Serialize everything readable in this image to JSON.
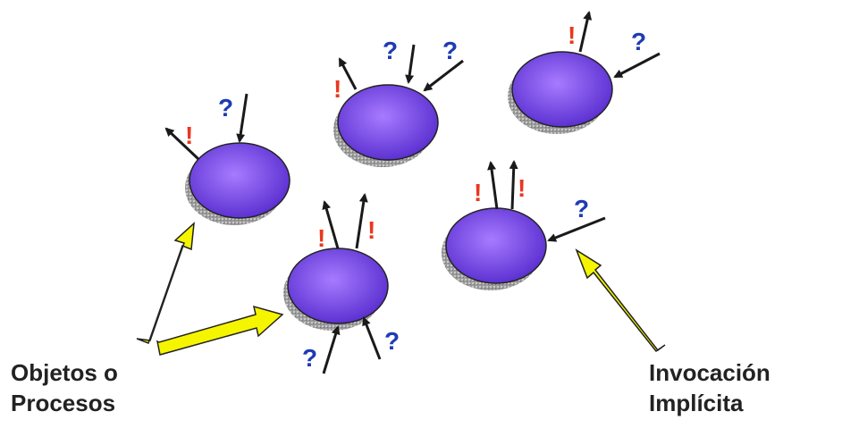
{
  "labels": {
    "left_line1": "Objetos o",
    "left_line2": "Procesos",
    "right_line1": "Invocación",
    "right_line2": "Implícita"
  },
  "symbols": {
    "question": "?",
    "exclamation": "!"
  },
  "colors": {
    "node_fill_center": "#a77bff",
    "node_fill_edge": "#5a2fd0",
    "question_mark": "#1f3bb3",
    "exclamation_mark": "#e8381f",
    "pointer_arrow": "#f5f500",
    "event_arrow": "#1a1a1a"
  }
}
